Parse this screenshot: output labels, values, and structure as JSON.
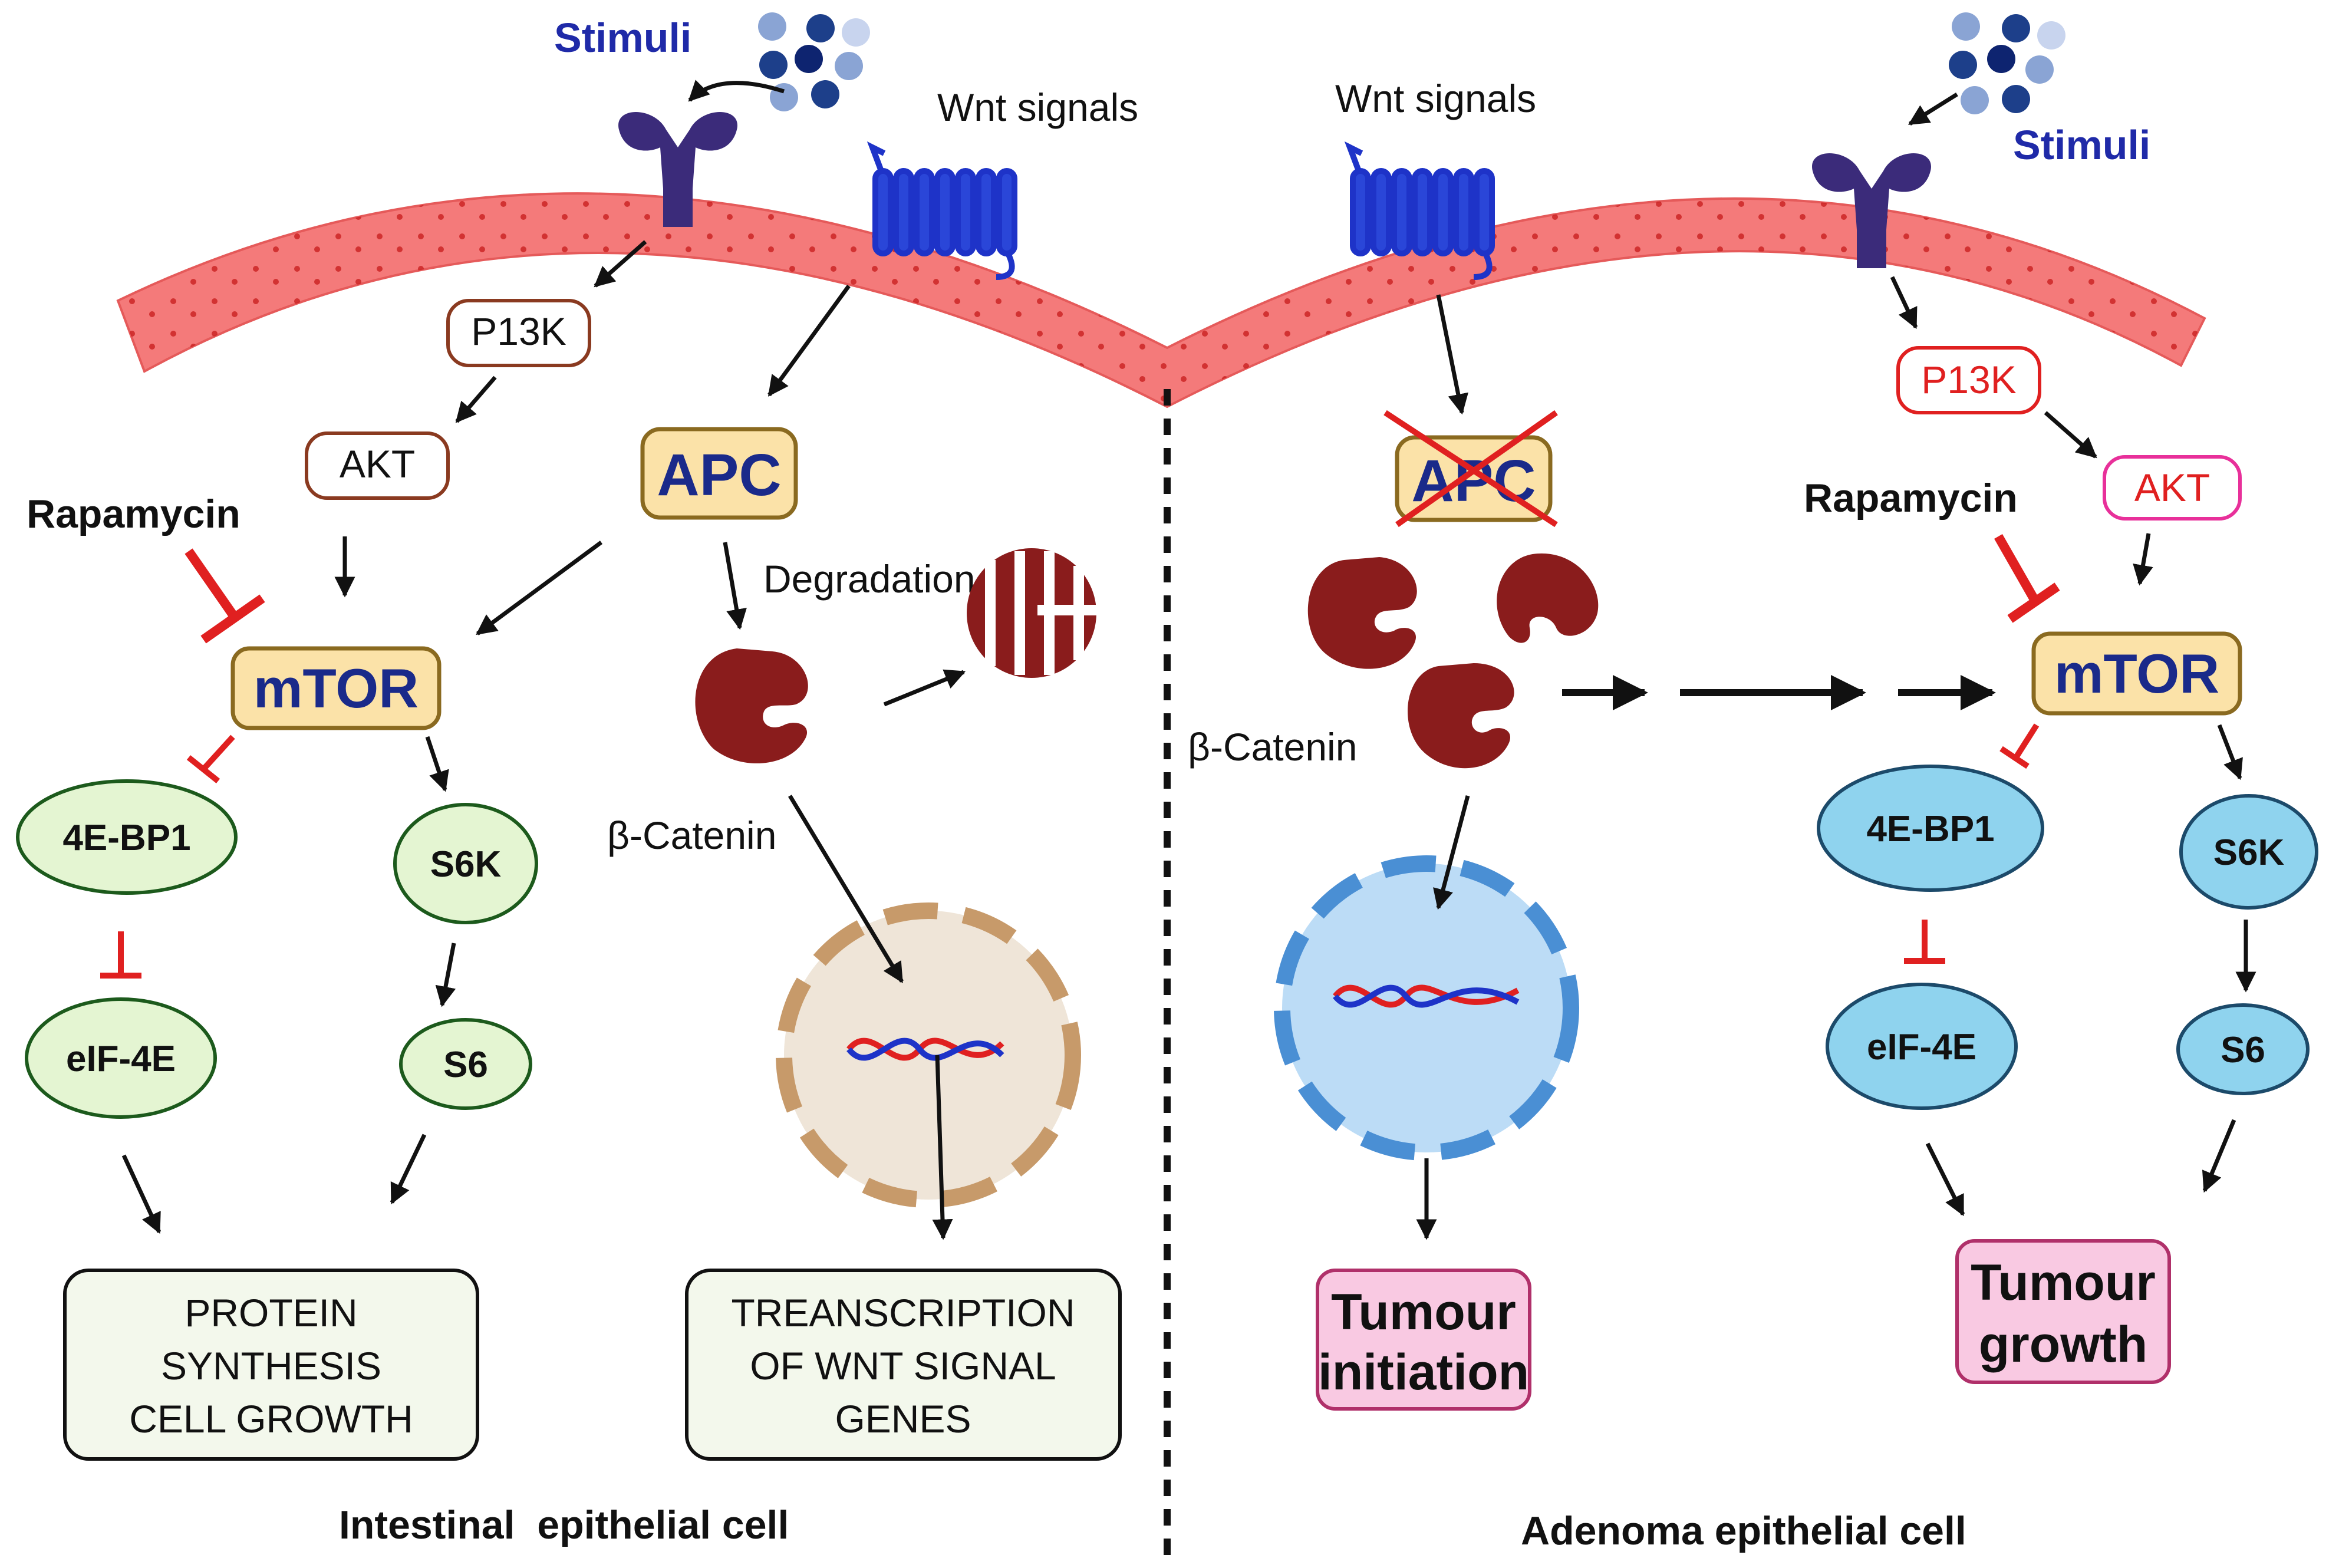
{
  "left_panel": {
    "stimuli": "Stimuli",
    "wnt_signals": "Wnt signals",
    "pi3k": "P13K",
    "akt": "AKT",
    "apc": "APC",
    "rapamycin": "Rapamycin",
    "mtor": "mTOR",
    "degradation": "Degradation",
    "beta_catenin": "β-Catenin",
    "fourebp1": "4E-BP1",
    "s6k": "S6K",
    "eif4e": "eIF-4E",
    "s6": "S6",
    "protein_box": [
      "PROTEIN",
      "SYNTHESIS",
      "CELL GROWTH"
    ],
    "transcription_box": [
      "TREANSCRIPTION",
      "OF WNT SIGNAL",
      "GENES"
    ],
    "caption": "Intestinal  epithelial cell"
  },
  "right_panel": {
    "stimuli": "Stimuli",
    "wnt_signals": "Wnt signals",
    "pi3k": "P13K",
    "akt": "AKT",
    "apc": "APC",
    "rapamycin": "Rapamycin",
    "mtor": "mTOR",
    "beta_catenin": "β-Catenin",
    "fourebp1": "4E-BP1",
    "s6k": "S6K",
    "eif4e": "eIF-4E",
    "s6": "S6",
    "tumour_initiation": [
      "Tumour",
      "initiation"
    ],
    "tumour_growth": [
      "Tumour",
      "growth"
    ],
    "caption": "Adenoma epithelial cell"
  },
  "colors": {
    "membrane": "#f26b6b",
    "receptor": "#3b2b7a",
    "wnt_receptor": "#1e33c8",
    "inhibit": "#e02020",
    "green_node": "#e4f5d2",
    "blue_node": "#8fd3ee",
    "mtor_fill": "#fbe2a8",
    "catenin": "#8a1c1c",
    "tumour_box": "#f9c9e2"
  }
}
